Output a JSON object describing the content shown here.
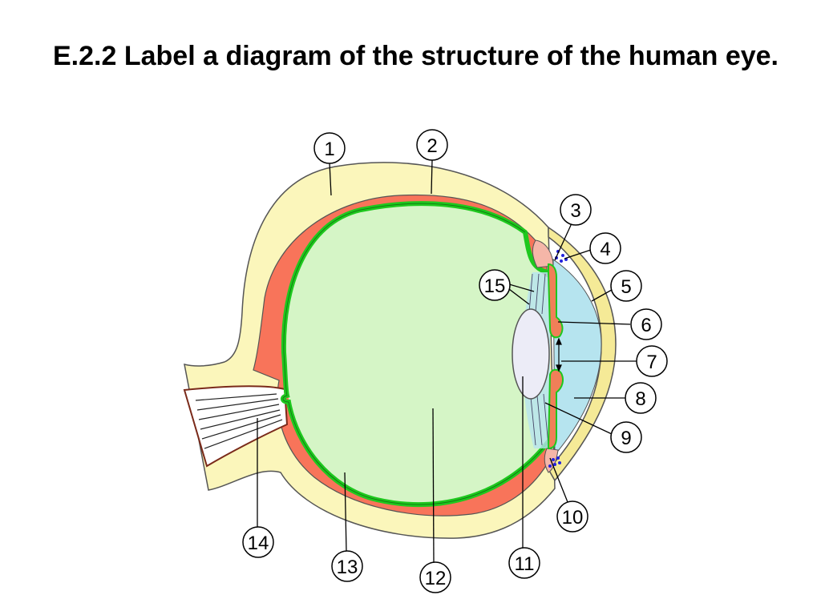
{
  "title": "E.2.2 Label a diagram of the structure of the human eye.",
  "labels": [
    "1",
    "2",
    "3",
    "4",
    "5",
    "6",
    "7",
    "8",
    "9",
    "10",
    "11",
    "12",
    "13",
    "14",
    "15"
  ],
  "colors": {
    "sclera": "#fbf6bb",
    "cornea": "#f5ea97",
    "choroid": "#f8745a",
    "retina": "#1ec81e",
    "vitreous": "#d5f5c6",
    "lens": "#ececf7",
    "aqueous": "#b6e4ef",
    "iris": "#f07f58",
    "ciliary": "#f5b6a8",
    "canal_dots": "#2222dd"
  }
}
